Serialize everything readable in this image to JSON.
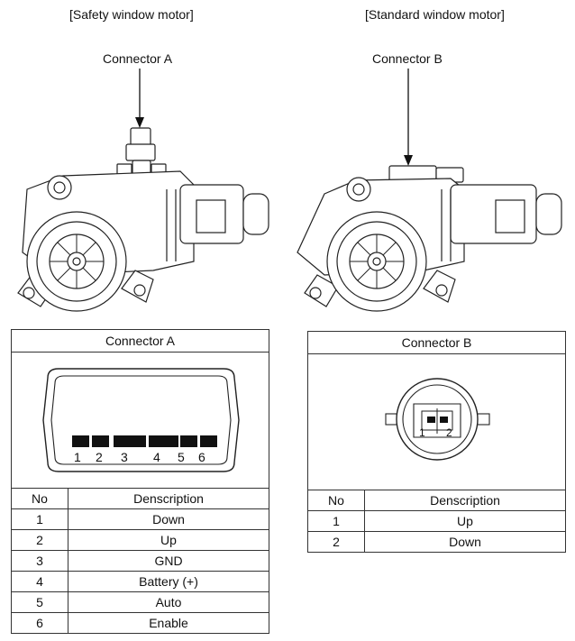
{
  "headings": {
    "safety": "[Safety window motor]",
    "standard": "[Standard window motor]"
  },
  "callouts": {
    "connector_a": "Connector A",
    "connector_b": "Connector B"
  },
  "table_a": {
    "title": "Connector A",
    "pin_numbers": [
      "1",
      "2",
      "3",
      "4",
      "5",
      "6"
    ],
    "col_no": "No",
    "col_desc": "Denscription",
    "rows": [
      {
        "no": "1",
        "desc": "Down"
      },
      {
        "no": "2",
        "desc": "Up"
      },
      {
        "no": "3",
        "desc": "GND"
      },
      {
        "no": "4",
        "desc": "Battery (+)"
      },
      {
        "no": "5",
        "desc": "Auto"
      },
      {
        "no": "6",
        "desc": "Enable"
      }
    ]
  },
  "table_b": {
    "title": "Connector B",
    "pin_numbers": [
      "1",
      "2"
    ],
    "col_no": "No",
    "col_desc": "Denscription",
    "rows": [
      {
        "no": "1",
        "desc": "Up"
      },
      {
        "no": "2",
        "desc": "Down"
      }
    ]
  }
}
